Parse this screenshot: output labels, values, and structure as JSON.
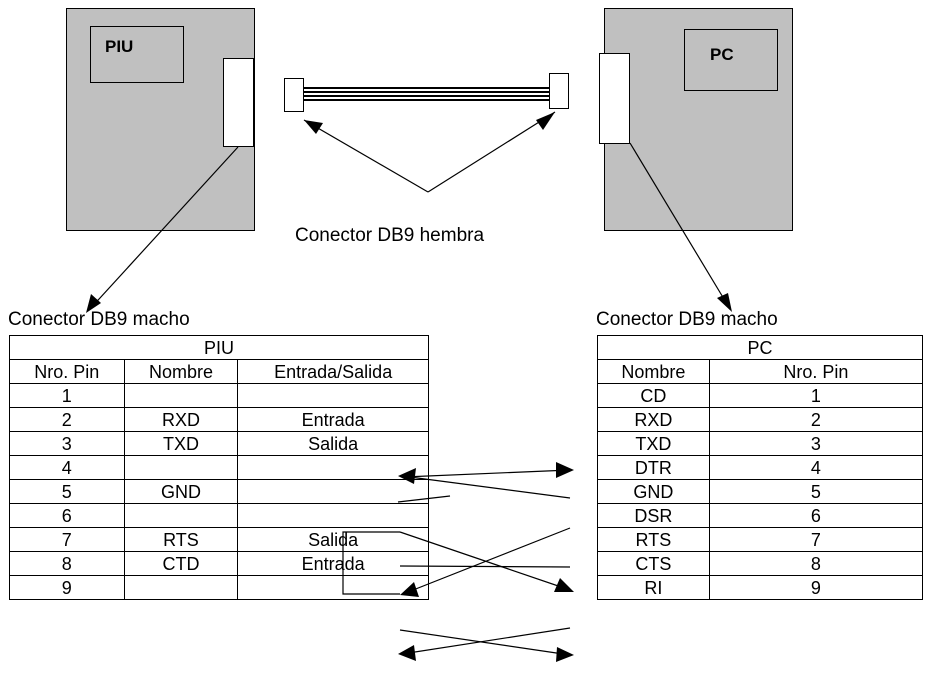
{
  "piu_device": {
    "label": "PIU"
  },
  "pc_device": {
    "label": "PC"
  },
  "cable_caption": "Conector DB9 hembra",
  "left_connector_caption": "Conector DB9 macho",
  "right_connector_caption": "Conector DB9 macho",
  "piu_table": {
    "title": "PIU",
    "headers": [
      "Nro. Pin",
      "Nombre",
      "Entrada/Salida"
    ],
    "rows": [
      [
        "1",
        "",
        ""
      ],
      [
        "2",
        "RXD",
        "Entrada"
      ],
      [
        "3",
        "TXD",
        "Salida"
      ],
      [
        "4",
        "",
        ""
      ],
      [
        "5",
        "GND",
        ""
      ],
      [
        "6",
        "",
        ""
      ],
      [
        "7",
        "RTS",
        "Salida"
      ],
      [
        "8",
        "CTD",
        "Entrada"
      ],
      [
        "9",
        "",
        ""
      ]
    ]
  },
  "pc_table": {
    "title": "PC",
    "headers": [
      "Nombre",
      "Nro. Pin"
    ],
    "rows": [
      [
        "CD",
        "1"
      ],
      [
        "RXD",
        "2"
      ],
      [
        "TXD",
        "3"
      ],
      [
        "DTR",
        "4"
      ],
      [
        "GND",
        "5"
      ],
      [
        "DSR",
        "6"
      ],
      [
        "RTS",
        "7"
      ],
      [
        "CTS",
        "8"
      ],
      [
        "RI",
        "9"
      ]
    ]
  }
}
